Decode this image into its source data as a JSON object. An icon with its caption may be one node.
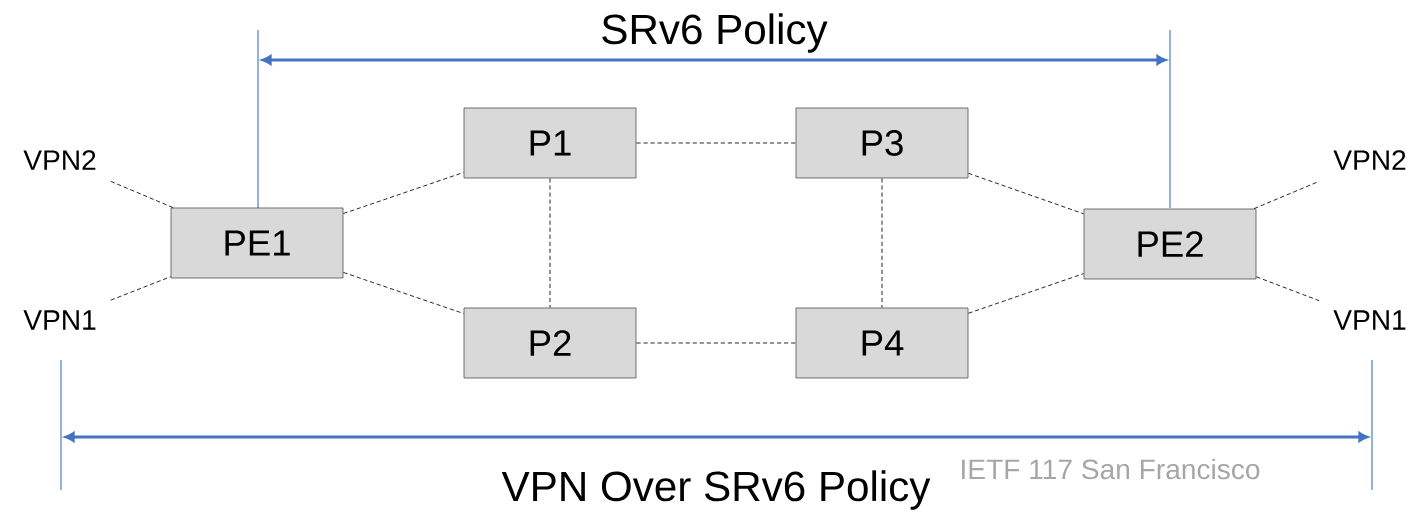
{
  "diagram": {
    "nodes": [
      {
        "text": [
          "PE1"
        ]
      },
      {
        "text": [
          "P1"
        ]
      },
      {
        "text": [
          "P2"
        ]
      },
      {
        "text": [
          "P3"
        ]
      },
      {
        "text": [
          "P4"
        ]
      },
      {
        "text": [
          "PE2"
        ]
      },
      {
        "text": [
          "VPN2"
        ]
      },
      {
        "text": [
          "VPN1"
        ]
      },
      {
        "text": [
          "VPN2"
        ]
      },
      {
        "text": [
          "VPN1"
        ]
      }
    ],
    "edges": [
      {
        "from": 6,
        "to": 0,
        "arrow": "none",
        "style": "dashed"
      },
      {
        "from": 7,
        "to": 0,
        "arrow": "none",
        "style": "dashed"
      },
      {
        "from": 0,
        "to": 1,
        "arrow": "none",
        "style": "dashed"
      },
      {
        "from": 0,
        "to": 2,
        "arrow": "none",
        "style": "dashed"
      },
      {
        "from": 1,
        "to": 3,
        "arrow": "none",
        "style": "dashed"
      },
      {
        "from": 1,
        "to": 2,
        "arrow": "none",
        "style": "dashed"
      },
      {
        "from": 2,
        "to": 4,
        "arrow": "none",
        "style": "dashed"
      },
      {
        "from": 3,
        "to": 4,
        "arrow": "none",
        "style": "dashed"
      },
      {
        "from": 3,
        "to": 5,
        "arrow": "none",
        "style": "dashed"
      },
      {
        "from": 4,
        "to": 5,
        "arrow": "none",
        "style": "dashed"
      },
      {
        "from": 5,
        "to": 8,
        "arrow": "none",
        "style": "dashed"
      },
      {
        "from": 5,
        "to": 9,
        "arrow": "none",
        "style": "dashed"
      }
    ],
    "labels": [
      "SRv6 Policy",
      "VPN Over SRv6 Policy",
      "IETF 117 San Francisco"
    ]
  }
}
